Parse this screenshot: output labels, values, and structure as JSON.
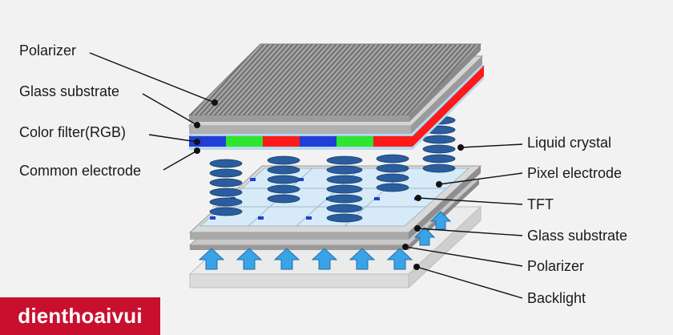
{
  "labels_left": {
    "polarizer": "Polarizer",
    "glass_substrate": "Glass substrate",
    "color_filter": "Color filter(RGB)",
    "common_electrode": "Common electrode"
  },
  "labels_right": {
    "liquid_crystal": "Liquid crystal",
    "pixel_electrode": "Pixel electrode",
    "tft": "TFT",
    "glass_substrate": "Glass substrate",
    "polarizer": "Polarizer",
    "backlight": "Backlight"
  },
  "brand": {
    "logo_text": "dienthoaivui"
  },
  "colors": {
    "filter_red": "#ff1a1a",
    "filter_green": "#2ee62e",
    "filter_blue": "#1f3fd6",
    "crystal": "#2a5d9e",
    "arrow": "#3aa3e8",
    "brand": "#c8102e"
  }
}
